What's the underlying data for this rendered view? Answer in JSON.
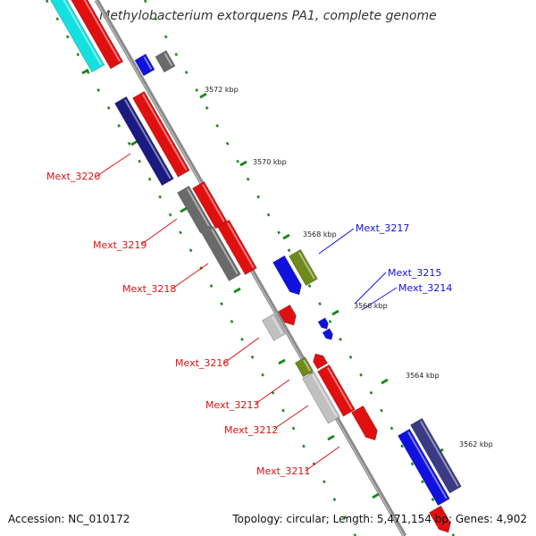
{
  "title": "Methylobacterium extorquens PA1, complete genome",
  "accession": "Accession: NC_010172",
  "summary": "Topology: circular; Length: 5,471,154 bp; Genes: 4,902",
  "colors": {
    "backbone": "#8a8a8a",
    "tick": "#1a8a1a",
    "forward_label": "#dd1111",
    "reverse_label": "#1111dd"
  },
  "kbp_labels": [
    "3572 kbp",
    "3570 kbp",
    "3568 kbp",
    "3566 kbp",
    "3564 kbp",
    "3562 kbp"
  ],
  "gene_labels": [
    {
      "text": "Mext_3220",
      "strand": "forward"
    },
    {
      "text": "Mext_3219",
      "strand": "forward"
    },
    {
      "text": "Mext_3218",
      "strand": "forward"
    },
    {
      "text": "Mext_3216",
      "strand": "forward"
    },
    {
      "text": "Mext_3213",
      "strand": "forward"
    },
    {
      "text": "Mext_3212",
      "strand": "forward"
    },
    {
      "text": "Mext_3211",
      "strand": "forward"
    },
    {
      "text": "Mext_3217",
      "strand": "reverse"
    },
    {
      "text": "Mext_3215",
      "strand": "reverse"
    },
    {
      "text": "Mext_3214",
      "strand": "reverse"
    }
  ]
}
